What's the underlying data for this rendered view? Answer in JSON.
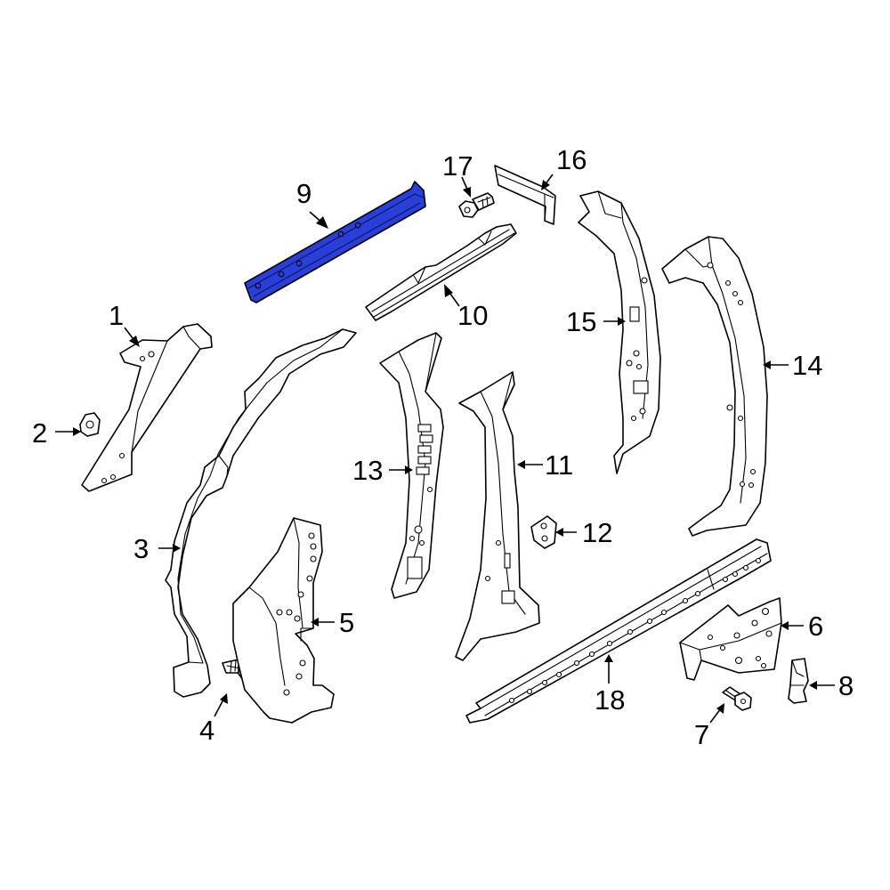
{
  "diagram": {
    "highlight_color": "#2a3fd8",
    "line_color": "#000000",
    "background": "#ffffff",
    "highlighted_part": "9",
    "callouts": [
      "1",
      "2",
      "3",
      "4",
      "5",
      "6",
      "7",
      "8",
      "9",
      "10",
      "11",
      "12",
      "13",
      "14",
      "15",
      "16",
      "17",
      "18"
    ]
  }
}
